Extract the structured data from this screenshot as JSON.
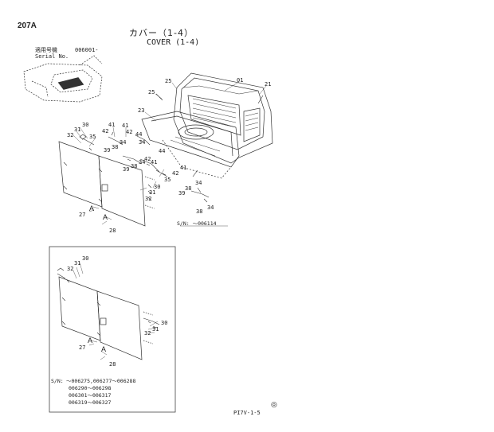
{
  "header": {
    "page_code": "207A",
    "title_jp": "カバー（1-4）",
    "title_en": "COVER (1-4)",
    "serial_label_jp": "適用号機",
    "serial_value": "006001-",
    "serial_label_en": "Serial No."
  },
  "callouts_upper": [
    "25",
    "01",
    "21",
    "25",
    "23",
    "30",
    "31",
    "32",
    "35",
    "41",
    "42",
    "41",
    "42",
    "44",
    "34",
    "38",
    "39",
    "34",
    "44",
    "39",
    "38",
    "34",
    "42",
    "41",
    "41",
    "42",
    "35",
    "30",
    "31",
    "32",
    "27",
    "28",
    "34",
    "38",
    "39",
    "38",
    "34"
  ],
  "marker_letter": "A",
  "sn_upper": "S/N:  ～006114",
  "callouts_inset": [
    "30",
    "31",
    "32",
    "27",
    "28",
    "30",
    "31",
    "32"
  ],
  "sn_inset": {
    "label": "S/N:",
    "line1": "～006275,006277～006288",
    "line2": "006290～006298",
    "line3": "006301～006317",
    "line4": "006319～006327"
  },
  "footer": {
    "code": "PI7V-1-5",
    "mark": "◎"
  }
}
